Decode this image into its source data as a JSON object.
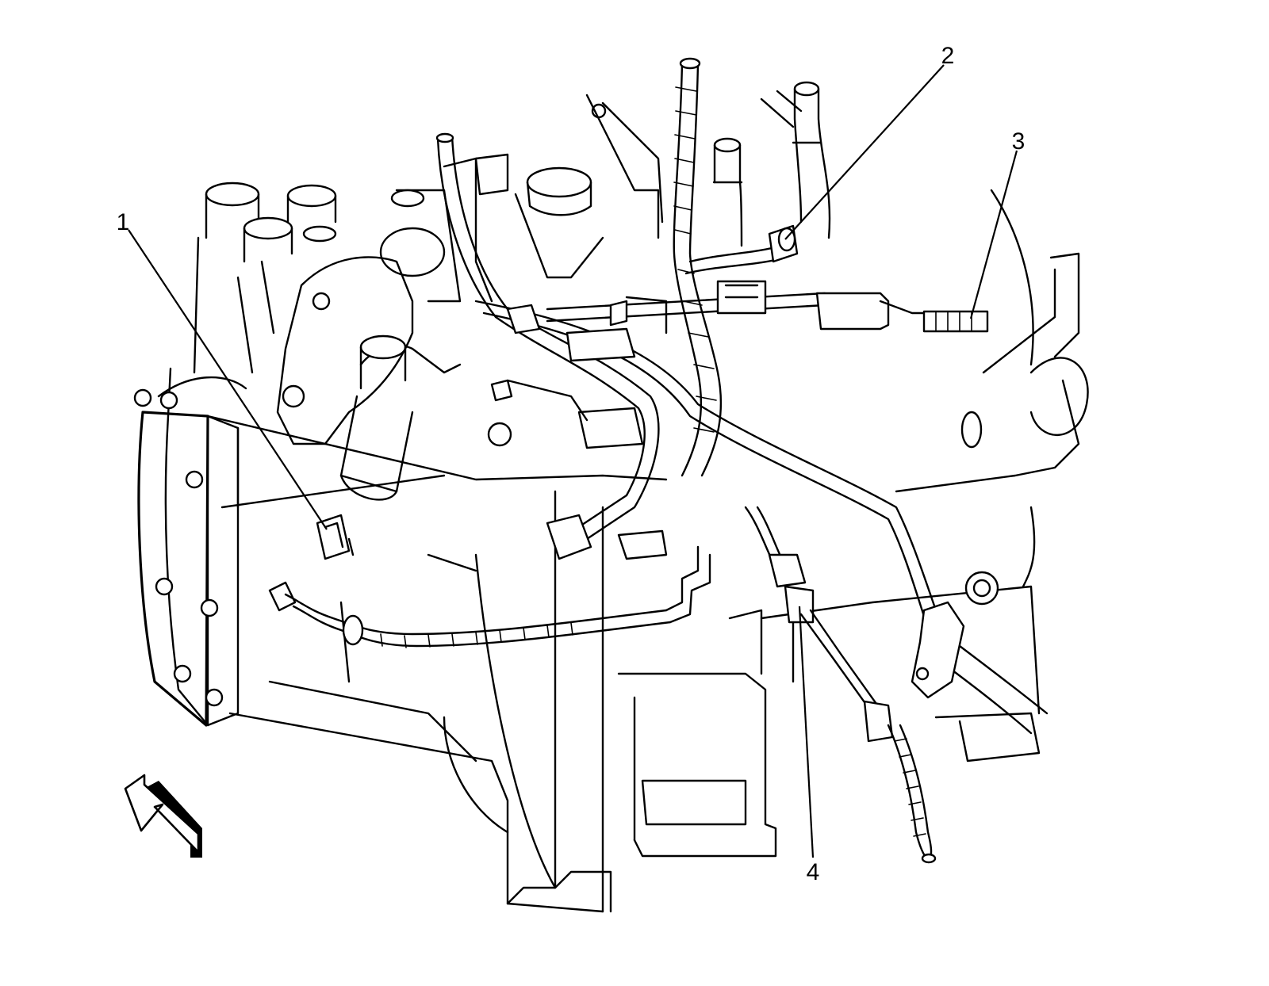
{
  "callouts": [
    {
      "id": "1",
      "label": "1"
    },
    {
      "id": "2",
      "label": "2"
    },
    {
      "id": "3",
      "label": "3"
    },
    {
      "id": "4",
      "label": "4"
    }
  ],
  "direction_arrow": {
    "icon": "outlined-arrow-up-left-icon"
  },
  "colors": {
    "line": "#000000",
    "background": "#ffffff"
  }
}
